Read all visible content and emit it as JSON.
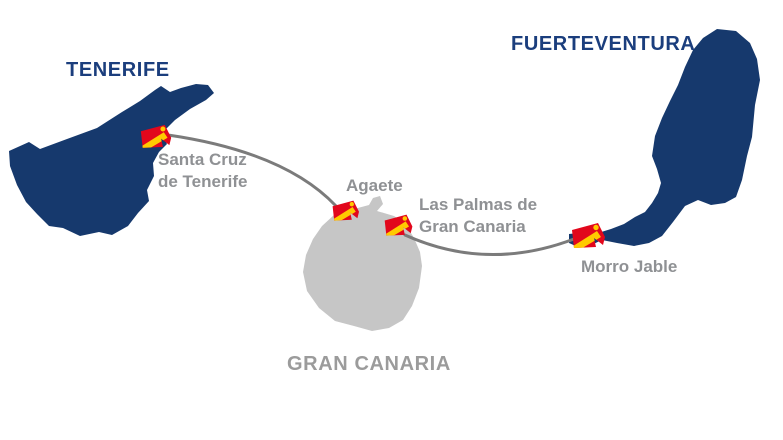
{
  "theme": {
    "bg": "#ffffff",
    "island_navy": "#16396d",
    "island_gray": "#c6c6c6",
    "navy_text": "#1b3e7d",
    "gray_text": "#8f9194",
    "gray_label": "#9b9b9b",
    "route_gray": "#7b7b7b",
    "flag_red": "#e2071c",
    "flag_yellow": "#ffca00"
  },
  "islands": {
    "tenerife": {
      "label": "TENERIFE"
    },
    "gran_canaria": {
      "label": "GRAN CANARIA"
    },
    "fuerteventura": {
      "label": "FUERTEVENTURA"
    }
  },
  "ports": {
    "santa_cruz": {
      "line1": "Santa Cruz",
      "line2": "de Tenerife"
    },
    "agaete": {
      "line1": "Agaete"
    },
    "las_palmas": {
      "line1": "Las Palmas de",
      "line2": "Gran Canaria"
    },
    "morro_jable": {
      "line1": "Morro Jable"
    }
  },
  "markers": {
    "icon": "armas-ferry-flag-icon"
  },
  "routes": [
    {
      "from": "Santa Cruz de Tenerife",
      "to": "Agaete"
    },
    {
      "from": "Las Palmas de Gran Canaria",
      "to": "Morro Jable"
    }
  ]
}
